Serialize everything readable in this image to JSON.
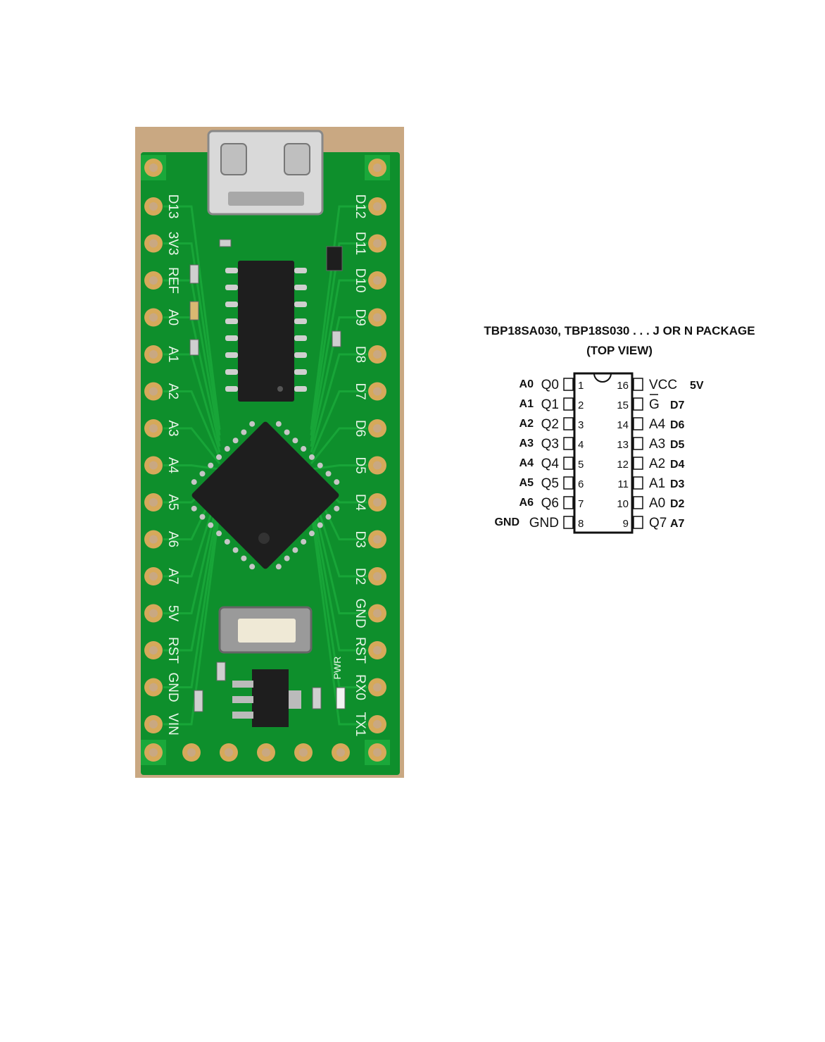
{
  "board": {
    "left_labels": [
      "D13",
      "3V3",
      "REF",
      "A0",
      "A1",
      "A2",
      "A3",
      "A4",
      "A5",
      "A6",
      "A7",
      "5V",
      "RST",
      "GND",
      "VIN"
    ],
    "right_labels": [
      "D12",
      "D11",
      "D10",
      "D9",
      "D8",
      "D7",
      "D6",
      "D5",
      "D4",
      "D3",
      "D2",
      "GND",
      "RST",
      "RX0",
      "TX1"
    ],
    "pwr_label": "PWR",
    "colors": {
      "pcb": "#0e8f2c",
      "trace": "#1aa83a",
      "pad": "#d6a95a",
      "chip": "#1e1e1e",
      "wood": "#c9a882"
    }
  },
  "diagram": {
    "title": "TBP18SA030, TBP18S030 . . . J OR N PACKAGE",
    "subtitle": "(TOP VIEW)",
    "left_pins": [
      {
        "num": "1",
        "name": "Q0",
        "mapping": "A0"
      },
      {
        "num": "2",
        "name": "Q1",
        "mapping": "A1"
      },
      {
        "num": "3",
        "name": "Q2",
        "mapping": "A2"
      },
      {
        "num": "4",
        "name": "Q3",
        "mapping": "A3"
      },
      {
        "num": "5",
        "name": "Q4",
        "mapping": "A4"
      },
      {
        "num": "6",
        "name": "Q5",
        "mapping": "A5"
      },
      {
        "num": "7",
        "name": "Q6",
        "mapping": "A6"
      },
      {
        "num": "8",
        "name": "GND",
        "mapping": "GND"
      }
    ],
    "right_pins": [
      {
        "num": "16",
        "name": "VCC",
        "mapping": "5V"
      },
      {
        "num": "15",
        "name": "G",
        "mapping": "D7"
      },
      {
        "num": "14",
        "name": "A4",
        "mapping": "D6"
      },
      {
        "num": "13",
        "name": "A3",
        "mapping": "D5"
      },
      {
        "num": "12",
        "name": "A2",
        "mapping": "D4"
      },
      {
        "num": "11",
        "name": "A1",
        "mapping": "D3"
      },
      {
        "num": "10",
        "name": "A0",
        "mapping": "D2"
      },
      {
        "num": "9",
        "name": "Q7",
        "mapping": "A7"
      }
    ]
  }
}
